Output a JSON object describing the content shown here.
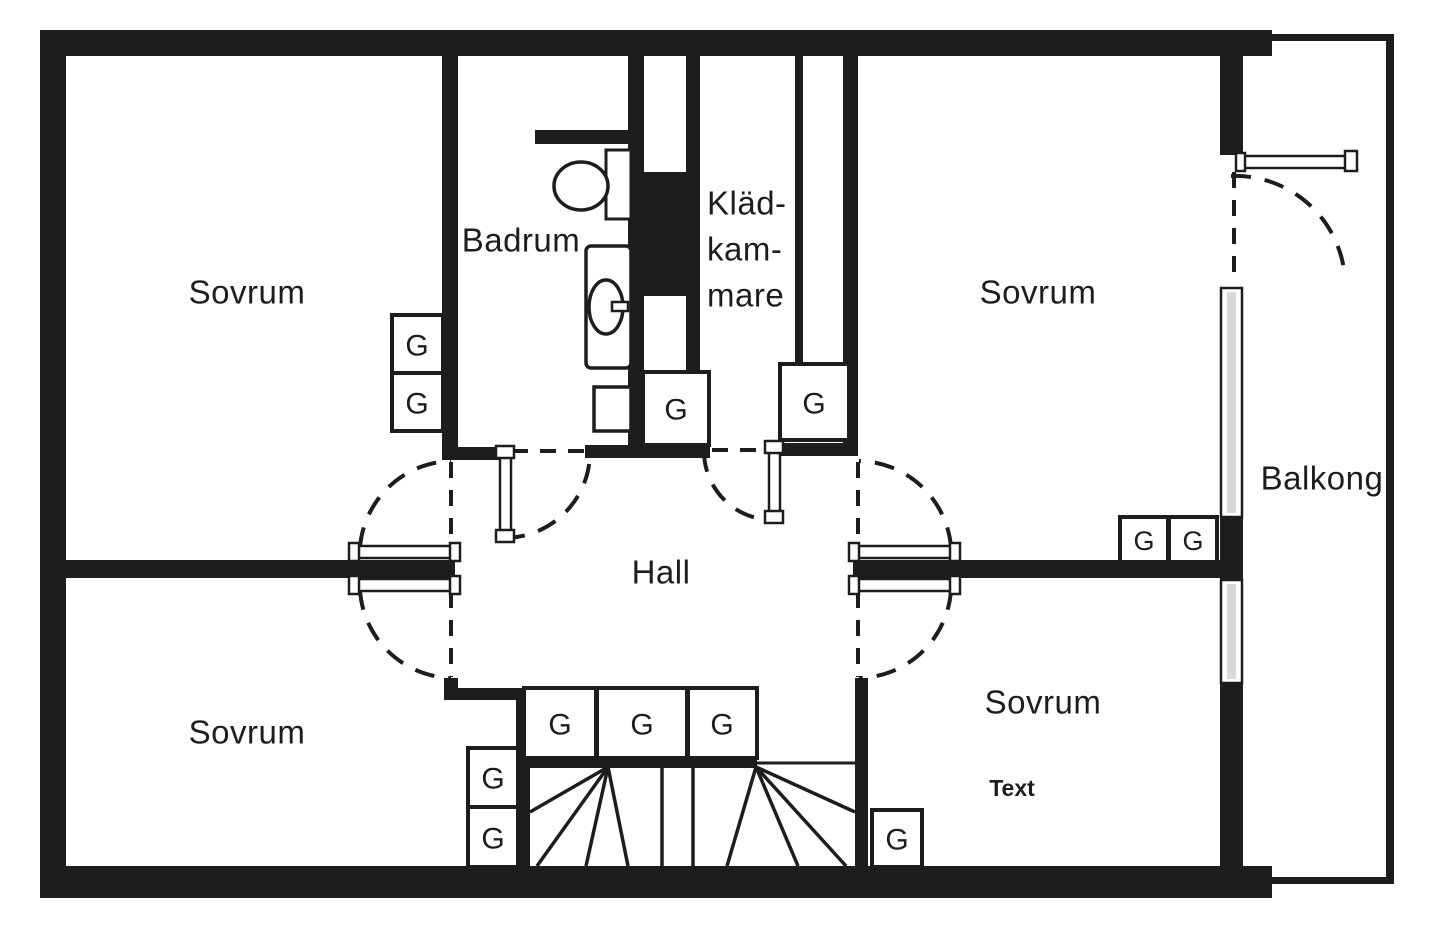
{
  "plan": {
    "rooms": {
      "sovrum_top_left": {
        "label": "Sovrum"
      },
      "badrum": {
        "label": "Badrum"
      },
      "kladkammare": {
        "label_lines": [
          "Kläd-",
          "kam-",
          "mare"
        ]
      },
      "sovrum_top_right": {
        "label": "Sovrum"
      },
      "balkong": {
        "label": "Balkong"
      },
      "hall": {
        "label": "Hall"
      },
      "sovrum_bottom_left": {
        "label": "Sovrum"
      },
      "sovrum_bottom_right": {
        "label": "Sovrum"
      }
    },
    "annotation": {
      "label": "Text",
      "color": "#3333db"
    },
    "wardrobes": [
      {
        "label": "G"
      },
      {
        "label": "G"
      },
      {
        "label": "G"
      },
      {
        "label": "G"
      },
      {
        "label": "G"
      },
      {
        "label": "G"
      },
      {
        "label": "G"
      },
      {
        "label": "G"
      },
      {
        "label": "G"
      },
      {
        "label": "G"
      },
      {
        "label": "G"
      },
      {
        "label": "G"
      }
    ],
    "colors": {
      "wall": "#1d1d1b",
      "background": "#ffffff",
      "window_glass": "#d9d9d9"
    }
  }
}
